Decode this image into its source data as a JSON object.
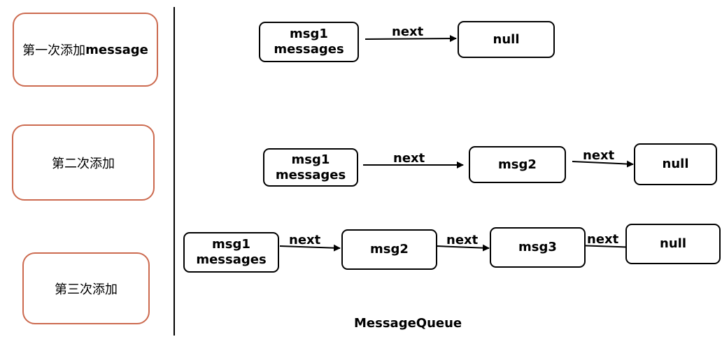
{
  "steps": [
    {
      "label_cn": "第一次添加",
      "label_en": "message"
    },
    {
      "label_cn": "第二次添加",
      "label_en": ""
    },
    {
      "label_cn": "第三次添加",
      "label_en": ""
    }
  ],
  "rows": [
    {
      "nodes": [
        {
          "line1": "msg1",
          "line2": "messages"
        },
        {
          "line1": "null",
          "line2": ""
        }
      ],
      "edges": [
        "next"
      ]
    },
    {
      "nodes": [
        {
          "line1": "msg1",
          "line2": "messages"
        },
        {
          "line1": "msg2",
          "line2": ""
        },
        {
          "line1": "null",
          "line2": ""
        }
      ],
      "edges": [
        "next",
        "next"
      ]
    },
    {
      "nodes": [
        {
          "line1": "msg1",
          "line2": "messages"
        },
        {
          "line1": "msg2",
          "line2": ""
        },
        {
          "line1": "msg3",
          "line2": ""
        },
        {
          "line1": "null",
          "line2": ""
        }
      ],
      "edges": [
        "next",
        "next",
        "next"
      ]
    }
  ],
  "caption": "MessageQueue",
  "colors": {
    "step_border": "#cc6a4f",
    "node_border": "#000000",
    "text": "#000000"
  }
}
